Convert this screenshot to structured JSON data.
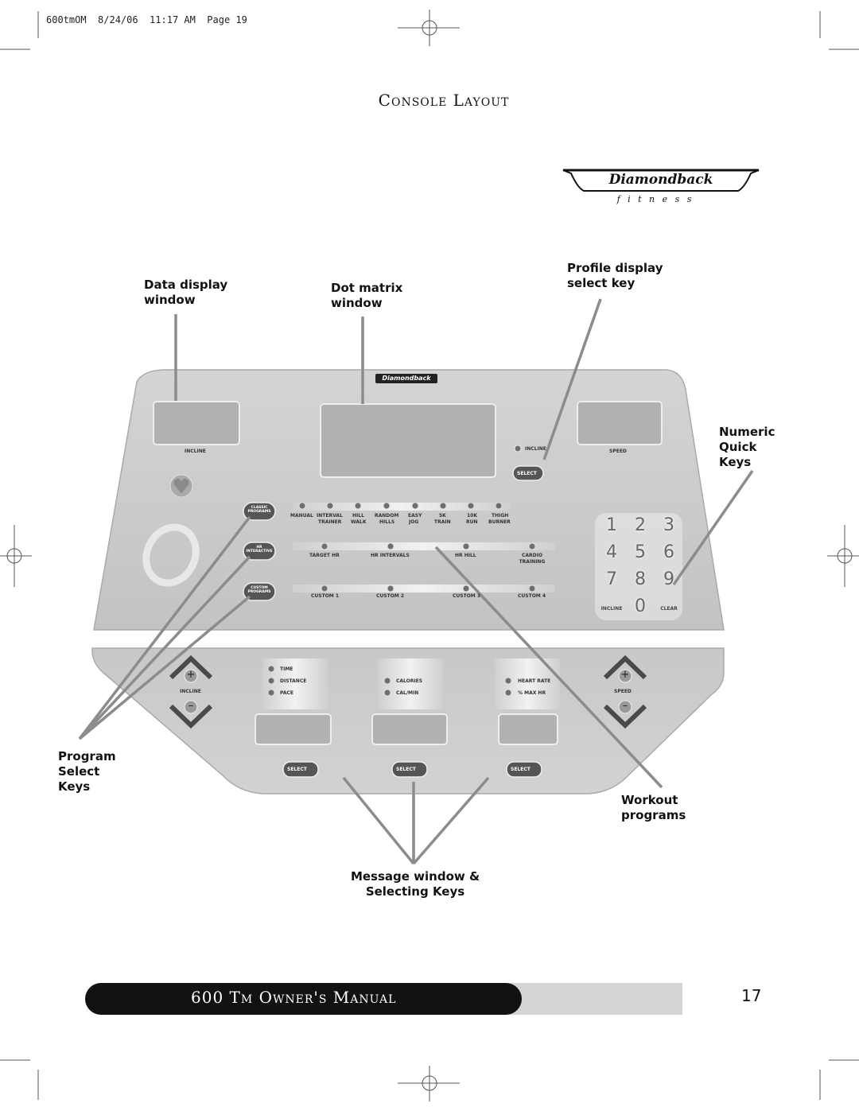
{
  "print_header": "600tmOM  8/24/06  11:17 AM  Page 19",
  "title": "Console Layout",
  "logo": {
    "brand": "Diamondback",
    "sub": "f i t n e s s"
  },
  "callouts": {
    "data_display": [
      "Data display",
      "window"
    ],
    "dot_matrix": [
      "Dot matrix",
      "window"
    ],
    "profile_select": [
      "Profile display",
      "select key"
    ],
    "numeric_keys": [
      "Numeric",
      "Quick",
      "Keys"
    ],
    "program_select": [
      "Program",
      "Select",
      "Keys"
    ],
    "workout_programs": [
      "Workout",
      "programs"
    ],
    "message_window": [
      "Message window &",
      "Selecting Keys"
    ]
  },
  "console": {
    "brand_badge": "Diamondback",
    "incline_label": "INCLINE",
    "speed_label": "SPEED",
    "select_label": "SELECT",
    "incline_indicator": "INCLINE",
    "program_keys": [
      "CLASSIC PROGRAMS",
      "HR INTERACTIVE",
      "CUSTOM PROGRAMS"
    ],
    "classic_row1": [
      "MANUAL",
      "INTERVAL",
      "HILL",
      "RANDOM",
      "EASY",
      "5K",
      "10K",
      "THIGH"
    ],
    "classic_row2": [
      "TRAINER",
      "WALK",
      "HILLS",
      "JOG",
      "TRAIN",
      "RUN",
      "BURNER"
    ],
    "hr_row": [
      "TARGET HR",
      "HR INTERVALS",
      "HR HILL",
      "CARDIO TRAINING"
    ],
    "custom_row": [
      "CUSTOM 1",
      "CUSTOM 2",
      "CUSTOM 3",
      "CUSTOM 4"
    ],
    "keypad": [
      "1",
      "2",
      "3",
      "4",
      "5",
      "6",
      "7",
      "8",
      "9",
      "INCLINE",
      "0",
      "CLEAR"
    ],
    "lower_incline": "INCLINE",
    "lower_speed": "SPEED",
    "plus": "+",
    "minus": "–",
    "message_group1": [
      "TIME",
      "DISTANCE",
      "PACE"
    ],
    "message_group2": [
      "CALORIES",
      "CAL/MIN"
    ],
    "message_group3": [
      "HEART RATE",
      "% MAX HR"
    ],
    "lower_select": "SELECT"
  },
  "footer": {
    "manual_title": "600 Tm Owner's Manual",
    "page_number": "17"
  }
}
